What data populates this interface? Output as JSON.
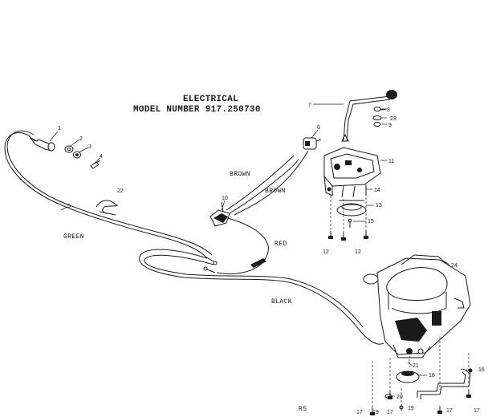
{
  "header": {
    "title": "ELECTRICAL",
    "model": "MODEL NUMBER 917.250730"
  },
  "wires": {
    "green": "GREEN",
    "brown_1": "BROWN",
    "brown_2": "BROWN",
    "red": "RED",
    "black": "BLACK"
  },
  "parts": {
    "p1": "1",
    "p2": "2",
    "p3": "3",
    "p4": "4",
    "p5": "5",
    "p6": "6",
    "p7": "7",
    "p8": "8",
    "p9": "9",
    "p10": "10",
    "p11": "11",
    "p12a": "12",
    "p12b": "12",
    "p13": "13",
    "p14": "14",
    "p15": "15",
    "p16": "16",
    "p17a": "17",
    "p17b": "17",
    "p17c": "17",
    "p17d": "17",
    "p18": "18",
    "p19a": "19",
    "p19b": "19",
    "p20": "20",
    "p21": "21",
    "p22": "22",
    "p23": "23",
    "p24": "24"
  },
  "footer": {
    "code": "R5"
  }
}
